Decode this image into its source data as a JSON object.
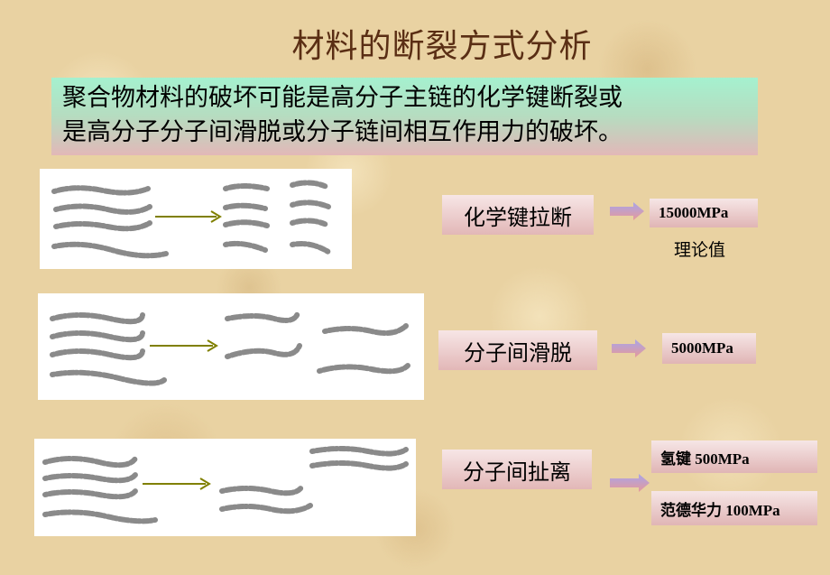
{
  "title": "材料的断裂方式分析",
  "intro": {
    "line1": "聚合物材料的破坏可能是高分子主链的化学键断裂或",
    "line2": "是高分子分子间滑脱或分子链间相互作用力的破坏。"
  },
  "rows": [
    {
      "label": "化学键拉断",
      "value": "15000MPa",
      "note": "理论值"
    },
    {
      "label": "分子间滑脱",
      "value": "5000MPa"
    },
    {
      "label": "分子间扯离",
      "values": [
        "氢键 500MPa",
        "范德华力 100MPa"
      ]
    }
  ],
  "colors": {
    "title": "#5a2e14",
    "intro_top": "#a5f1cf",
    "intro_bottom": "#e2b8b8",
    "label_bg": "#e2b7b7",
    "diagram_arrow": "#808000",
    "chain": "#8a8a8a",
    "pointer_arrow_top": "#a9a4e8",
    "pointer_arrow_bottom": "#e69a9a"
  }
}
